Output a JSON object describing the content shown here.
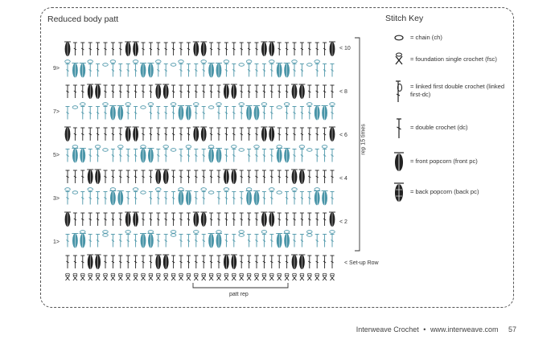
{
  "title": "Reduced body patt",
  "stitch_key": {
    "title": "Stitch Key",
    "items": [
      {
        "symbol": "chain-symbol",
        "label": "= chain (ch)"
      },
      {
        "symbol": "foundation-sc-symbol",
        "label": "= foundation single crochet (fsc)"
      },
      {
        "symbol": "linked-first-dc-symbol",
        "label": "= linked first double crochet (linked first-dc)"
      },
      {
        "symbol": "dc-symbol",
        "label": "= double crochet (dc)"
      },
      {
        "symbol": "front-popcorn-symbol",
        "label": "= front popcorn (front pc)"
      },
      {
        "symbol": "back-popcorn-symbol",
        "label": "= back popcorn (back pc)"
      }
    ]
  },
  "right_labels": [
    "< 10",
    "< 8",
    "< 6",
    "< 4",
    "< 2",
    "< Set-up Row"
  ],
  "left_labels": [
    "9>",
    "7>",
    "5>",
    "3>",
    "1>"
  ],
  "repeat_label": "rep 15 times",
  "patt_rep_label": "patt rep",
  "footer": {
    "brand": "Interweave Crochet",
    "bullet": "•",
    "url": "www.interweave.com",
    "page": "57"
  },
  "colors": {
    "ink": "#222222",
    "accent": "#4a95a8",
    "border": "#555555"
  }
}
